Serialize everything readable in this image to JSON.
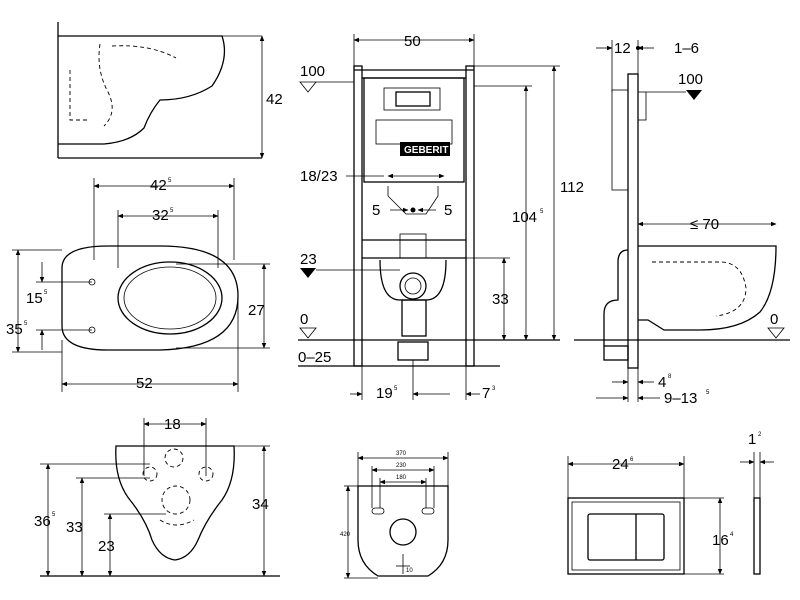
{
  "labels": {
    "top_height": "42",
    "frame_width": "50",
    "level_100_left": "100",
    "frame_height_outer": "112",
    "frame_height_inner": "104",
    "frame_height_inner_sup": "5",
    "pipe_offset": "18/23",
    "pipe_side_left": "5",
    "pipe_side_right": "5",
    "level_23": "23",
    "drain_height": "33",
    "level_0_left": "0",
    "floor_range": "0–25",
    "bottom_width_left": "19",
    "bottom_width_left_sup": "5",
    "bottom_width_right": "7",
    "bottom_width_right_sup": "3",
    "side_12": "12",
    "side_1_6": "1–6",
    "level_100_right": "100",
    "projection": "≤ 70",
    "level_0_right": "0",
    "side_4": "4",
    "side_4_sup": "8",
    "side_9_13": "9–13",
    "side_9_13_sup": "5",
    "bowl_42": "42",
    "bowl_42_sup": "5",
    "bowl_32": "32",
    "bowl_32_sup": "5",
    "bowl_15": "15",
    "bowl_15_sup": "5",
    "bowl_35": "35",
    "bowl_35_sup": "5",
    "bowl_27": "27",
    "bowl_52": "52",
    "front_18": "18",
    "front_36": "36",
    "front_36_sup": "5",
    "front_33": "33",
    "front_23": "23",
    "front_34": "34",
    "plate_370": "370",
    "plate_230": "230",
    "plate_180": "180",
    "plate_420": "420",
    "plate_10": "10",
    "flush_24": "24",
    "flush_24_sup": "6",
    "flush_16": "16",
    "flush_16_sup": "4",
    "flush_1": "1",
    "flush_1_sup": "2",
    "brand": "GEBERIT"
  }
}
